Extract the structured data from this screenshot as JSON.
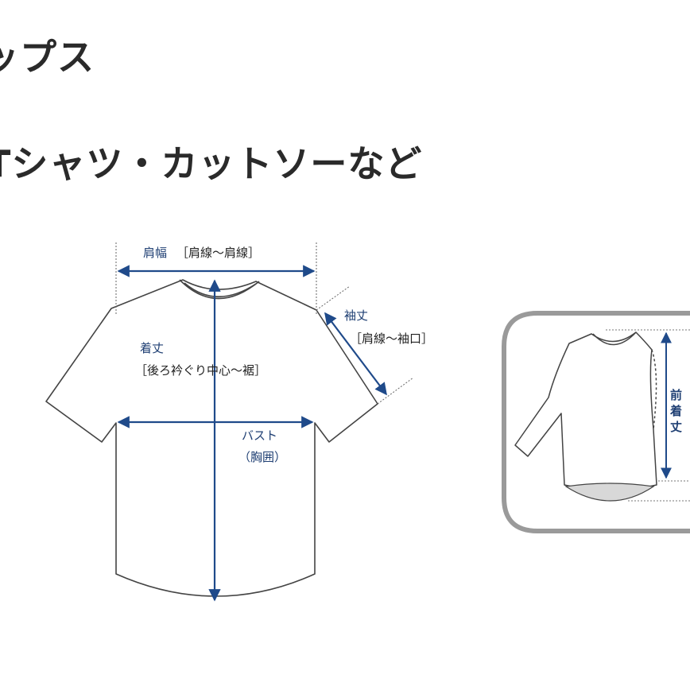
{
  "headings": {
    "category": "ップス",
    "subcategory": "Tシャツ・カットソーなど"
  },
  "tshirt": {
    "shoulder_label": "肩幅",
    "shoulder_range": "［肩線～肩線］",
    "sleeve_label": "袖丈",
    "sleeve_range": "［肩線～袖口］",
    "length_label": "着丈",
    "length_range": "［後ろ衿ぐり中心～裾］",
    "bust_label": "バスト",
    "bust_sub": "（胸囲）"
  },
  "inset": {
    "front_length_chars": [
      "前",
      "着",
      "丈"
    ]
  },
  "colors": {
    "arrow": "#1f4a8a",
    "outline": "#444444",
    "inset_border": "#9a9a9a"
  }
}
